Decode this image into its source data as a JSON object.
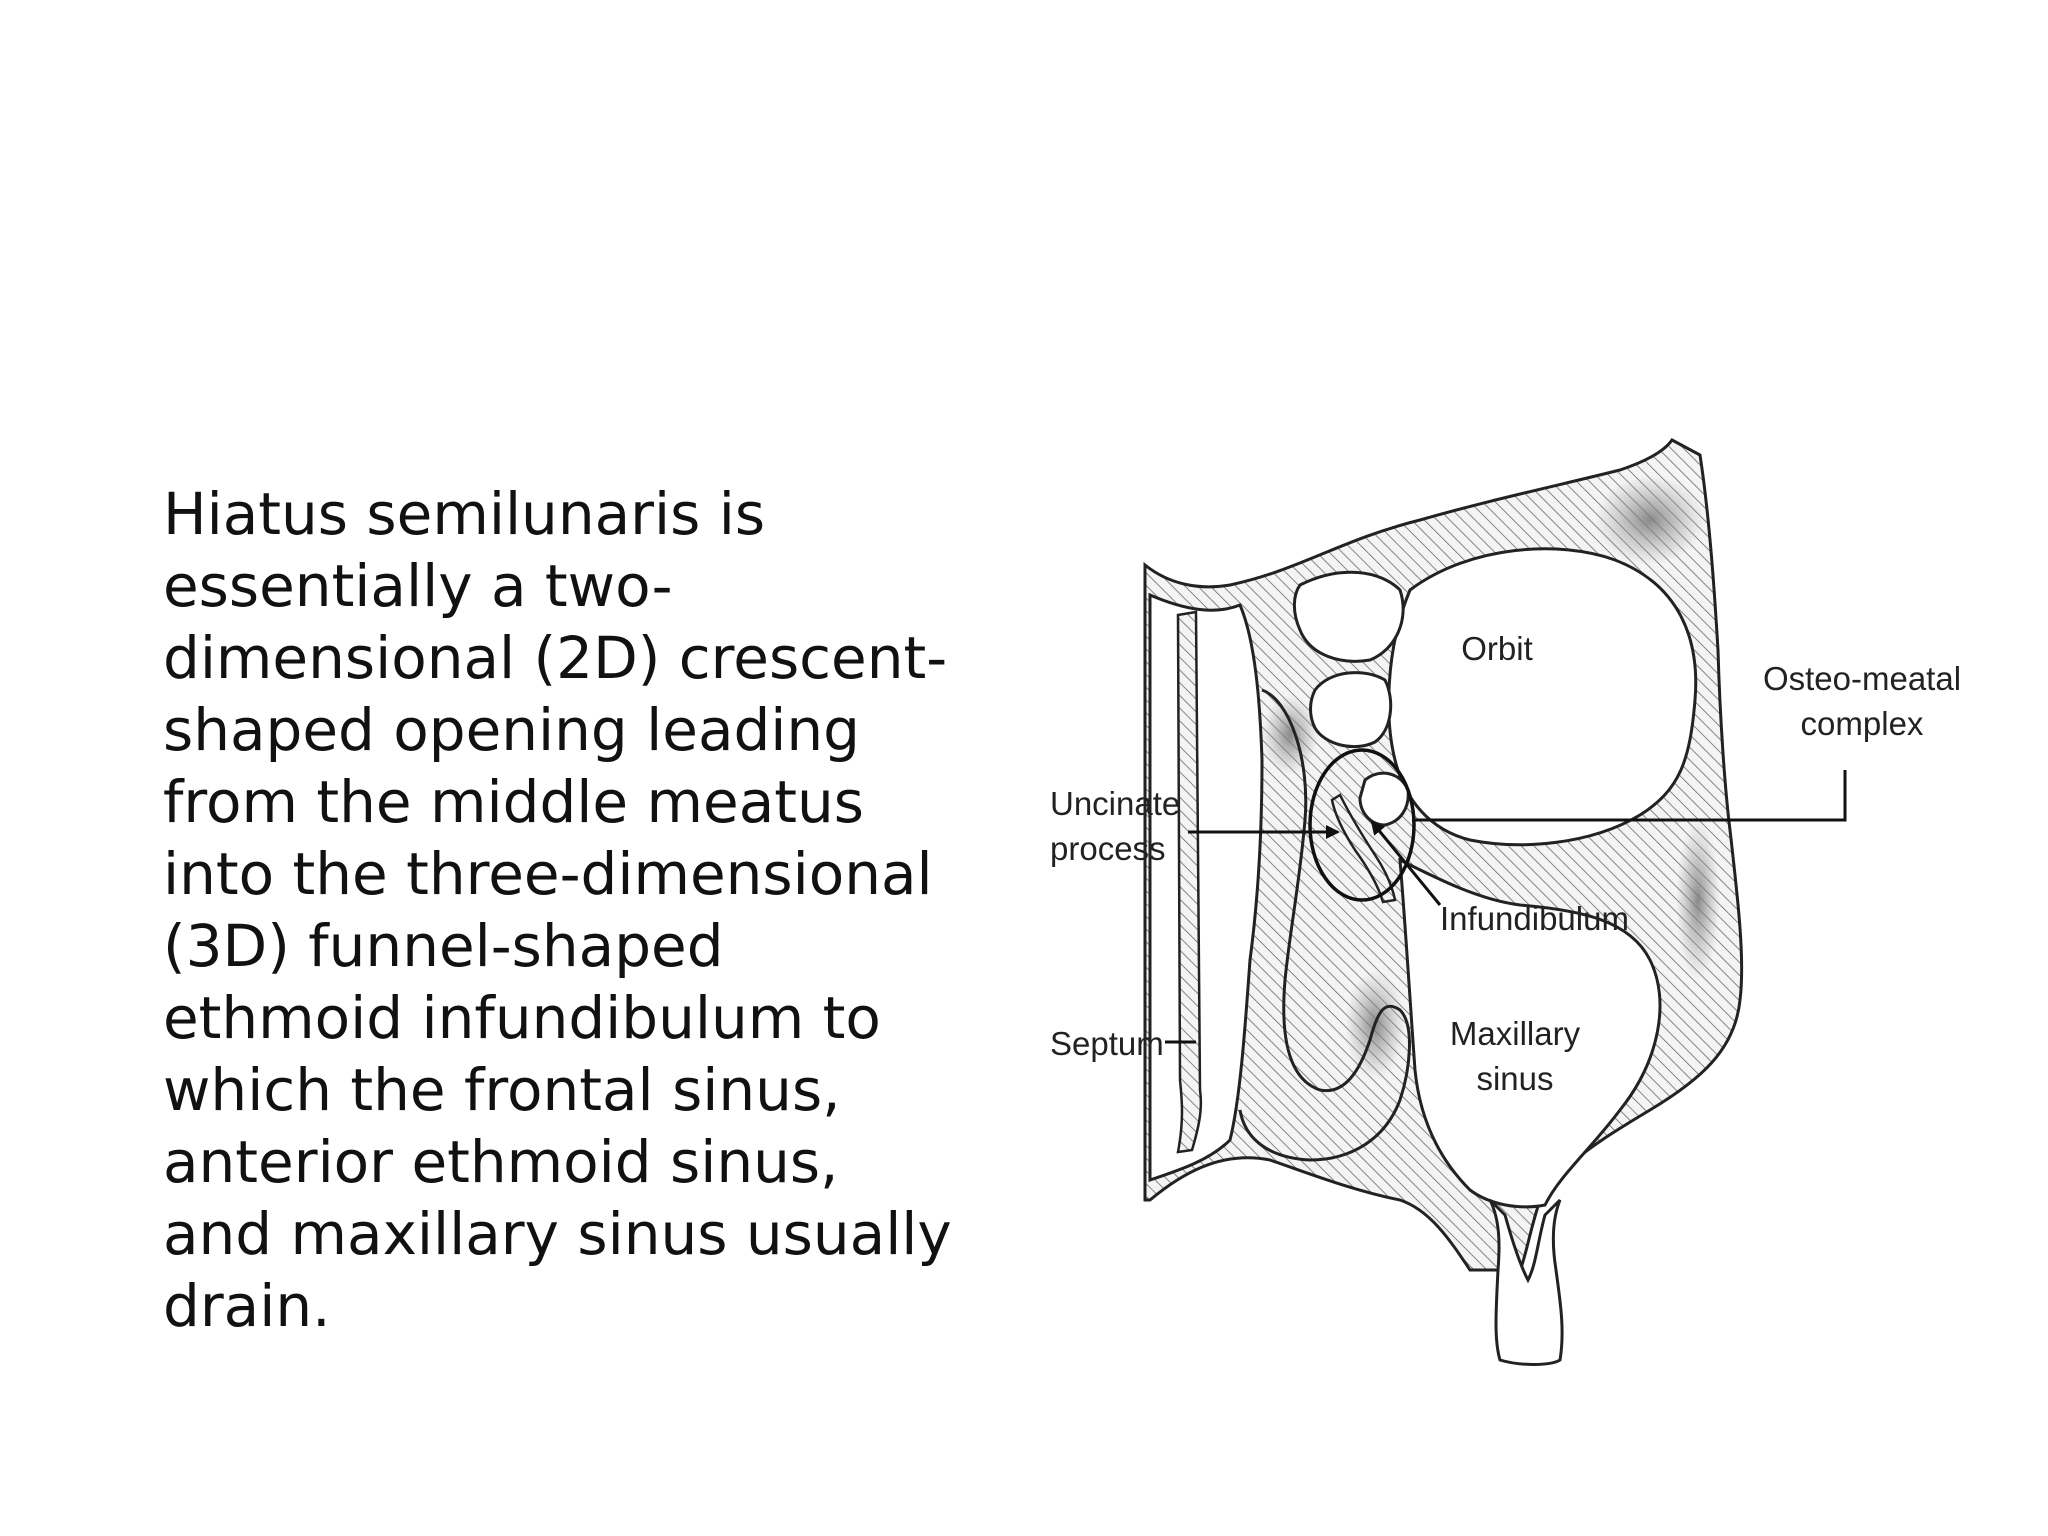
{
  "body_text": {
    "lines": [
      "Hiatus semilunaris is",
      "essentially a two-",
      "dimensional (2D) crescent-",
      "shaped opening leading",
      "from the middle meatus",
      "into the three-dimensional",
      "(3D) funnel-shaped",
      "ethmoid infundibulum to",
      "which the frontal sinus,",
      "anterior ethmoid sinus,",
      "and maxillary sinus usually",
      "drain."
    ]
  },
  "diagram": {
    "labels": {
      "orbit": "Orbit",
      "osteo_meatal_1": "Osteo-meatal",
      "osteo_meatal_2": "complex",
      "uncinate_1": "Uncinate",
      "uncinate_2": "process",
      "infundibulum": "Infundibulum",
      "maxillary_1": "Maxillary",
      "maxillary_2": "sinus",
      "septum": "Septum"
    }
  }
}
